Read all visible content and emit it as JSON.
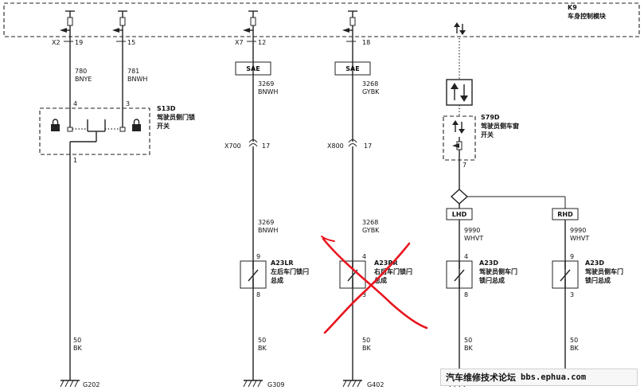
{
  "module": {
    "name": "K9",
    "label": "车身控制模块"
  },
  "module_pins": [
    {
      "connector": "X2",
      "pin": "19"
    },
    {
      "connector": "",
      "pin": "15"
    },
    {
      "connector": "X7",
      "pin": "12"
    },
    {
      "connector": "",
      "pin": "18"
    }
  ],
  "wires": {
    "w780": {
      "circuit": "780",
      "color": "BNYE"
    },
    "w781": {
      "circuit": "781",
      "color": "BNWH"
    },
    "w3269": {
      "circuit": "3269",
      "color": "BNWH"
    },
    "w3268": {
      "circuit": "3268",
      "color": "GYBK"
    },
    "w9990a": {
      "circuit": "9990",
      "color": "WHVT"
    },
    "w9990b": {
      "circuit": "9990",
      "color": "WHVT"
    },
    "g1": {
      "circuit": "50",
      "color": "BK"
    },
    "g2": {
      "circuit": "50",
      "color": "BK"
    },
    "g3": {
      "circuit": "50",
      "color": "BK"
    },
    "g4": {
      "circuit": "50",
      "color": "BK"
    },
    "g5": {
      "circuit": "50",
      "color": "BK"
    }
  },
  "sae": {
    "a": "SAE",
    "b": "SAE"
  },
  "inline": [
    {
      "connector": "X700",
      "pin": "17"
    },
    {
      "connector": "X800",
      "pin": "17"
    }
  ],
  "s13d": {
    "name": "S13D",
    "line1": "驾驶员侧门锁",
    "line2": "开关",
    "pin_a": "4",
    "pin_b": "3",
    "pin_out": "1"
  },
  "s79d": {
    "name": "S79D",
    "line1": "驾驶员侧车窗",
    "line2": "开关",
    "pin_out": "7"
  },
  "options": {
    "lhd": "LHD",
    "rhd": "RHD"
  },
  "actuators": [
    {
      "name": "A23LR",
      "line1": "左后车门锁闩",
      "line2": "总成",
      "pin_top": "9",
      "pin_bot": "8"
    },
    {
      "name": "A23RR",
      "line1": "右后车门锁闩",
      "line2": "总成",
      "pin_top": "4",
      "pin_bot": "3"
    },
    {
      "name": "A23D",
      "line1": "驾驶员侧车门",
      "line2": "锁闩总成",
      "pin_top": "4",
      "pin_bot": "8"
    },
    {
      "name": "A23D",
      "line1": "驾驶员侧车门",
      "line2": "锁闩总成",
      "pin_top": "9",
      "pin_bot": "3"
    }
  ],
  "grounds": {
    "g202": "G202",
    "g309": "G309",
    "g402": "G402"
  },
  "watermark": {
    "cn": "汽车维修技术论坛",
    "url": "bbs.ephua.com"
  },
  "colors": {
    "line": "#222222",
    "cross": "#e8141e",
    "background": "#ffffff"
  }
}
